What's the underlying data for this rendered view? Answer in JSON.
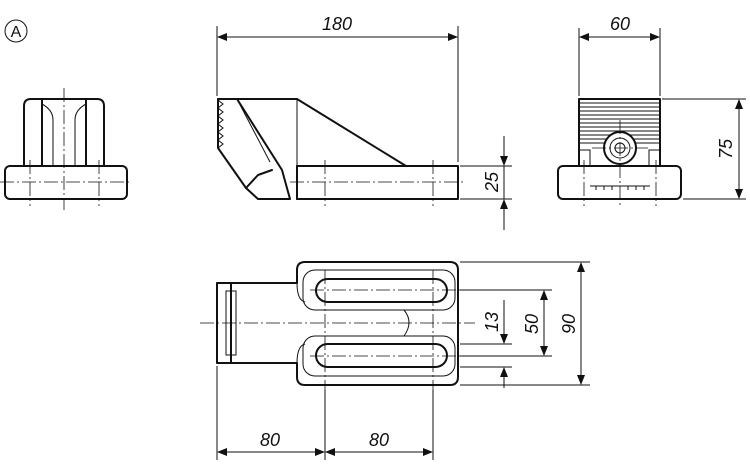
{
  "view_label": "A",
  "dimensions": {
    "front_width": "180",
    "base_height": "25",
    "side_width": "60",
    "side_height": "75",
    "slot_width": "13",
    "slot_spacing": "50",
    "plan_depth": "90",
    "plan_left_length": "80",
    "plan_right_length": "80"
  },
  "colors": {
    "line": "#111111",
    "background": "#ffffff"
  }
}
